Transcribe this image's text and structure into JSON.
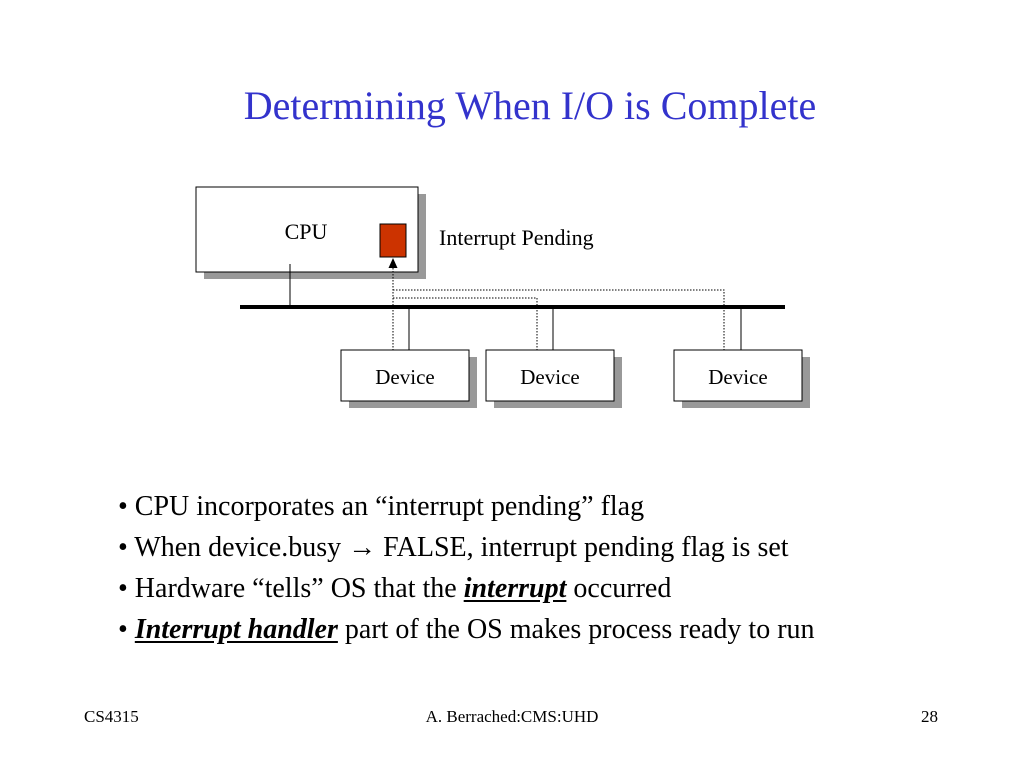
{
  "slide": {
    "title": "Determining When I/O is Complete"
  },
  "diagram": {
    "cpu_label": "CPU",
    "flag_label": "Interrupt Pending",
    "flag_color": "#cc3300",
    "devices": [
      {
        "label": "Device"
      },
      {
        "label": "Device"
      },
      {
        "label": "Device"
      }
    ]
  },
  "bullets": {
    "b1": "• CPU incorporates an “interrupt pending” flag",
    "b2_prefix": "• When device.busy ",
    "b2_arrow": "→",
    "b2_suffix": " FALSE, interrupt pending flag is set",
    "b3_prefix": "• Hardware “tells” OS that the ",
    "b3_emph": "interrupt",
    "b3_suffix": " occurred",
    "b4_prefix": "• ",
    "b4_emph": "Interrupt handler",
    "b4_suffix": " part of the OS makes process ready to run"
  },
  "footer": {
    "course": "CS4315",
    "author": "A. Berrached:CMS:UHD",
    "page_number": "28"
  },
  "colors": {
    "title": "#3333cc",
    "flag": "#cc3300",
    "shadow": "#999999"
  }
}
